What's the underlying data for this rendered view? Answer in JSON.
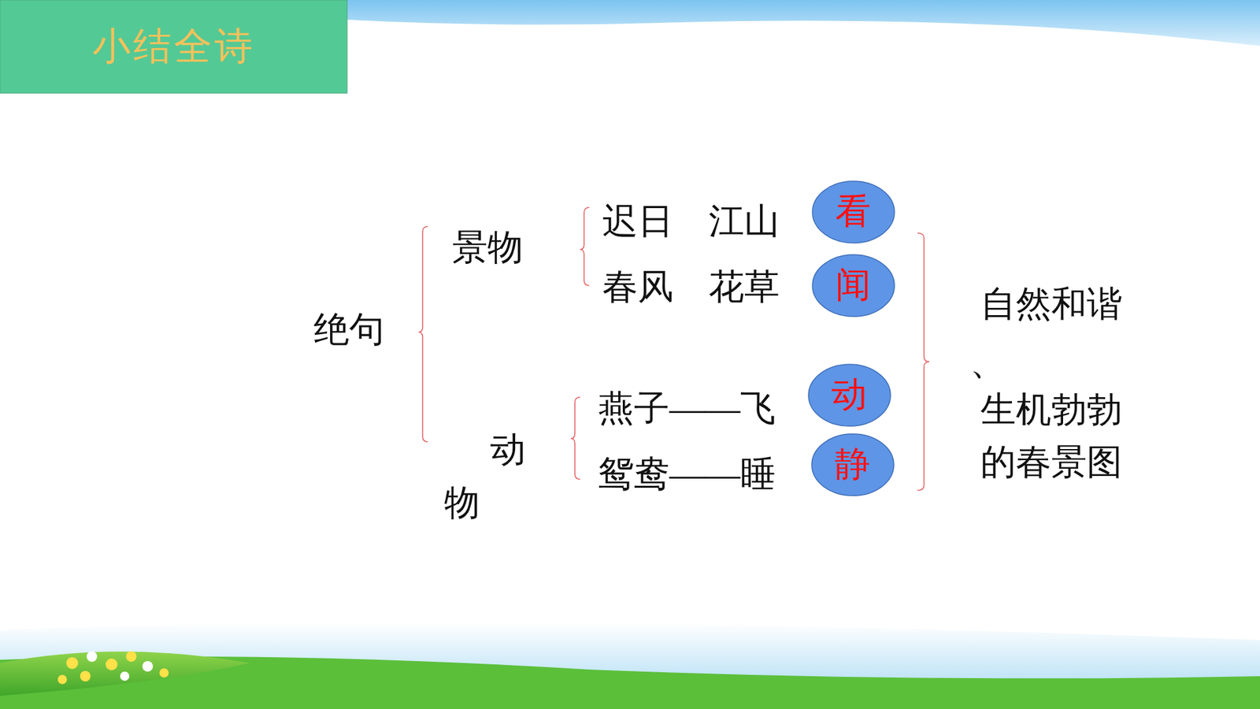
{
  "diagram": {
    "title": "小结全诗",
    "nodes": [
      {
        "text": [
          "看"
        ]
      },
      {
        "text": [
          "闻"
        ]
      },
      {
        "text": [
          "动"
        ]
      },
      {
        "text": [
          "静"
        ]
      }
    ],
    "labels": [
      "绝句",
      "景物",
      "动物",
      "迟日　江山",
      "春风　花草",
      "燕子——飞",
      "鸳鸯——睡",
      "自然和谐",
      "、",
      "生机勃勃",
      "的春景图"
    ]
  }
}
